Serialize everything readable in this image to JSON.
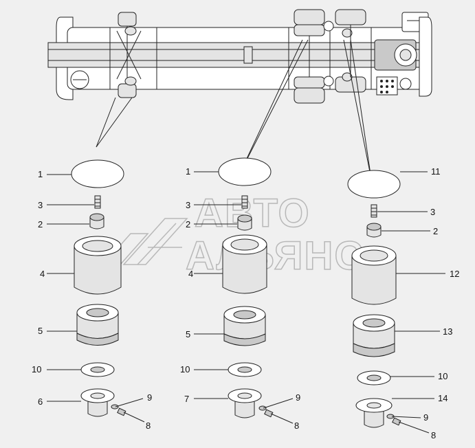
{
  "watermark": {
    "line1": "АВТО",
    "line2": "АЛЬЯНС"
  },
  "colors": {
    "background": "#f0f0f0",
    "line": "#222222",
    "part_fill": "#e4e4e4",
    "watermark": "#b8b8b8"
  },
  "callouts": {
    "c1a": "1",
    "c3a": "3",
    "c2a": "2",
    "c4a": "4",
    "c5a": "5",
    "c10a": "10",
    "c6a": "6",
    "c9a": "9",
    "c8a": "8",
    "c1b": "1",
    "c3b": "3",
    "c2b": "2",
    "c4b": "4",
    "c5b": "5",
    "c10b": "10",
    "c7b": "7",
    "c9b": "9",
    "c8b": "8",
    "c11c": "11",
    "c3c": "3",
    "c2c": "2",
    "c12c": "12",
    "c13c": "13",
    "c10c": "10",
    "c14c": "14",
    "c9c": "9",
    "c8c": "8"
  }
}
